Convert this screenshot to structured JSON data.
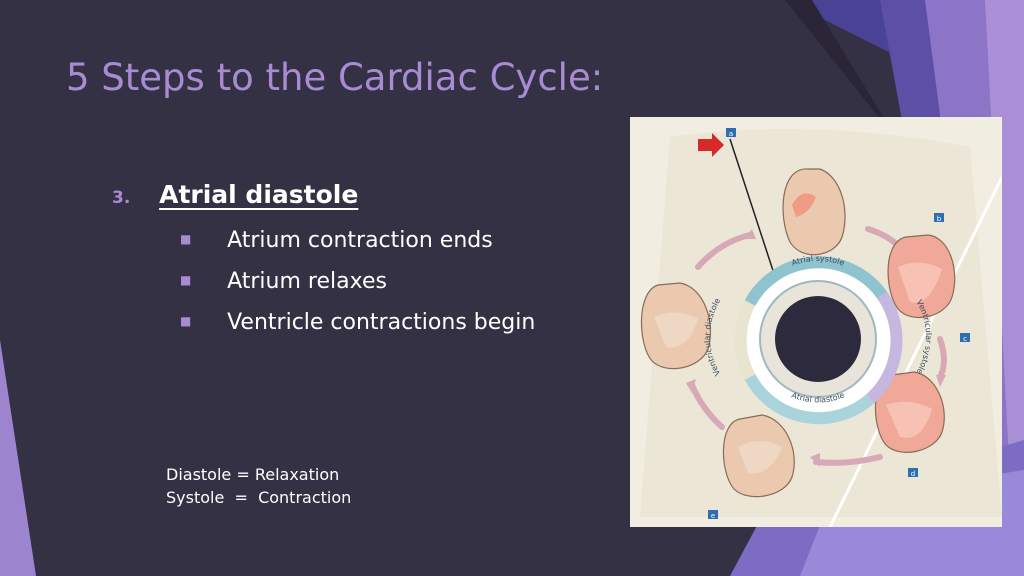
{
  "slide": {
    "title": "5 Steps to the Cardiac Cycle:",
    "point_number": "3.",
    "point_heading": "Atrial diastole",
    "bullets": [
      "Atrium contraction ends",
      "Atrium relaxes",
      "Ventricle contractions begin"
    ],
    "notes": [
      "Diastole = Relaxation",
      "Systole  =  Contraction"
    ]
  },
  "figure": {
    "ring_labels": {
      "top": "Atrial systole",
      "right": "Ventricular systole",
      "bottom": "Atrial diastole",
      "left": "Ventricular diastole"
    },
    "step_tags": [
      "a",
      "b",
      "c",
      "d",
      "e"
    ]
  },
  "colors": {
    "background": "#353145",
    "accent": "#a98bd3",
    "tag": "#2f6fb0",
    "arrow": "#d7a9b6"
  }
}
